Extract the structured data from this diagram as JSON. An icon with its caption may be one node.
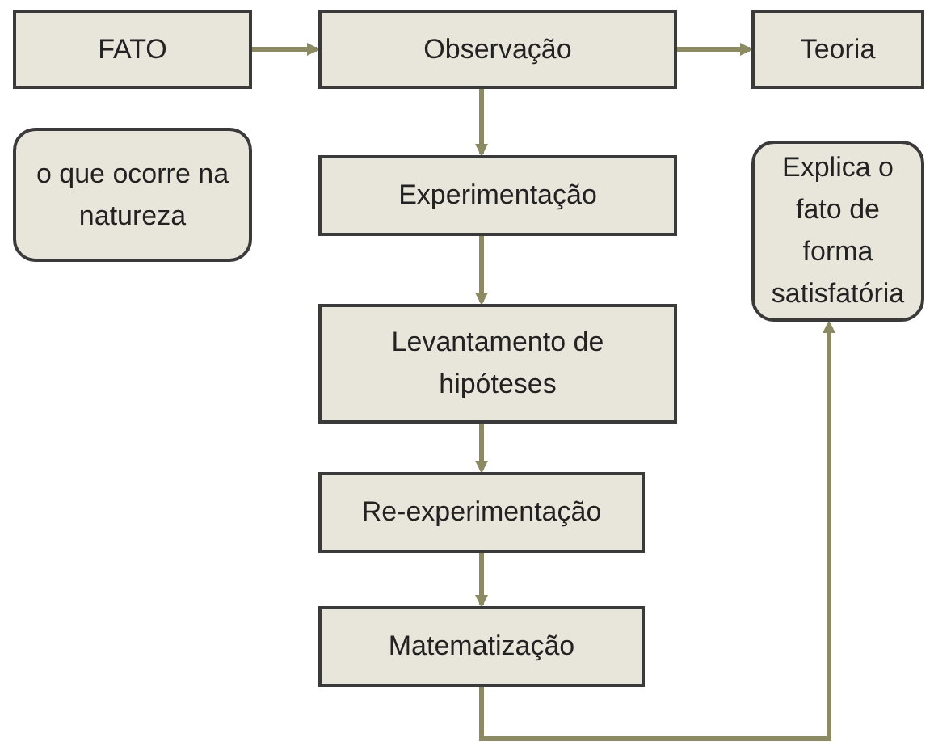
{
  "diagram": {
    "nodes": [
      {
        "text": [
          "FATO"
        ]
      },
      {
        "text": [
          "Observação"
        ]
      },
      {
        "text": [
          "Teoria"
        ]
      },
      {
        "text": [
          "o que ocorre na natureza"
        ]
      },
      {
        "text": [
          "Experimentação"
        ]
      },
      {
        "text": [
          "Levantamento de hipóteses"
        ]
      },
      {
        "text": [
          "Re-experimentação"
        ]
      },
      {
        "text": [
          "Matematização"
        ]
      },
      {
        "text": [
          "Explica o fato de forma satisfatória"
        ]
      }
    ],
    "edges": [
      {
        "from": 0,
        "to": 1,
        "arrow": "to"
      },
      {
        "from": 1,
        "to": 2,
        "arrow": "to"
      },
      {
        "from": 1,
        "to": 4,
        "arrow": "to"
      },
      {
        "from": 4,
        "to": 5,
        "arrow": "to"
      },
      {
        "from": 5,
        "to": 6,
        "arrow": "to"
      },
      {
        "from": 6,
        "to": 7,
        "arrow": "to"
      },
      {
        "from": 7,
        "to": 8,
        "arrow": "to"
      }
    ]
  }
}
